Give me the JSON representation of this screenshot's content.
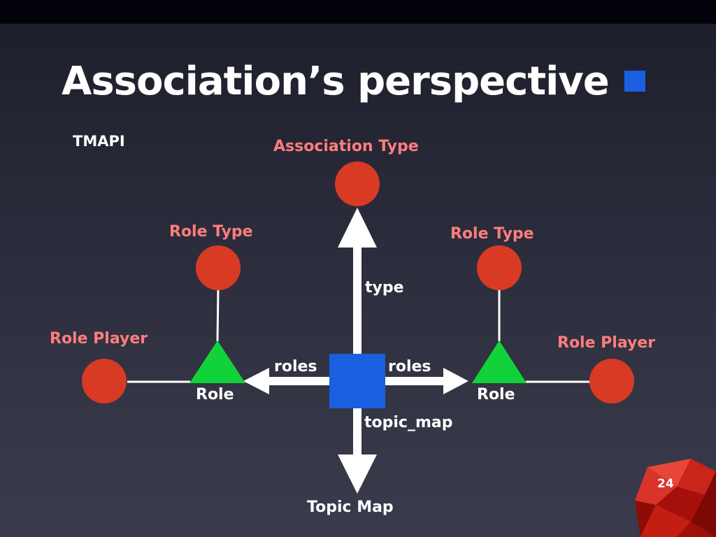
{
  "slide": {
    "title": "Association’s perspective",
    "subtitle": "TMAPI",
    "page_number": "24"
  },
  "colors": {
    "node_red": "#d93a24",
    "role_green": "#12d23a",
    "association_blue": "#1a5fe0",
    "label_pink": "#ff7d7d"
  },
  "diagram": {
    "association_type_label": "Association Type",
    "role_type_left_label": "Role Type",
    "role_type_right_label": "Role Type",
    "role_player_left_label": "Role Player",
    "role_player_right_label": "Role Player",
    "role_left_label": "Role",
    "role_right_label": "Role",
    "edge_type_label": "type",
    "edge_roles_left_label": "roles",
    "edge_roles_right_label": "roles",
    "edge_topic_map_label": "topic_map",
    "topic_map_label": "Topic Map"
  }
}
